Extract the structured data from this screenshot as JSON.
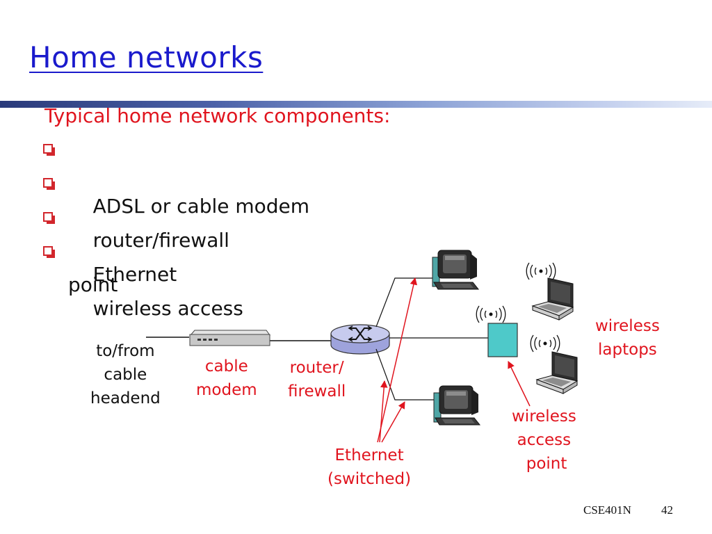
{
  "slide": {
    "title": "Home networks",
    "subtitle": "Typical home network components:",
    "bullets": [
      "ADSL or cable modem",
      "router/firewall",
      "Ethernet",
      "wireless access"
    ],
    "bullet_continuation": "point"
  },
  "diagram": {
    "labels": {
      "cable_headend": "to/from\ncable\nheadend",
      "cable_modem": "cable\nmodem",
      "router": "router/\nfirewall",
      "ethernet": "Ethernet\n(switched)",
      "wireless_access_point": "wireless\naccess\n point",
      "wireless_laptops": "wireless\nlaptops"
    },
    "colors": {
      "annotation": "#e0141e",
      "router_body": "#b9bde8",
      "access_point": "#4ec9c9",
      "modem_body": "#c8c8c8"
    }
  },
  "footer": {
    "course": "CSE401N",
    "page": "42"
  }
}
